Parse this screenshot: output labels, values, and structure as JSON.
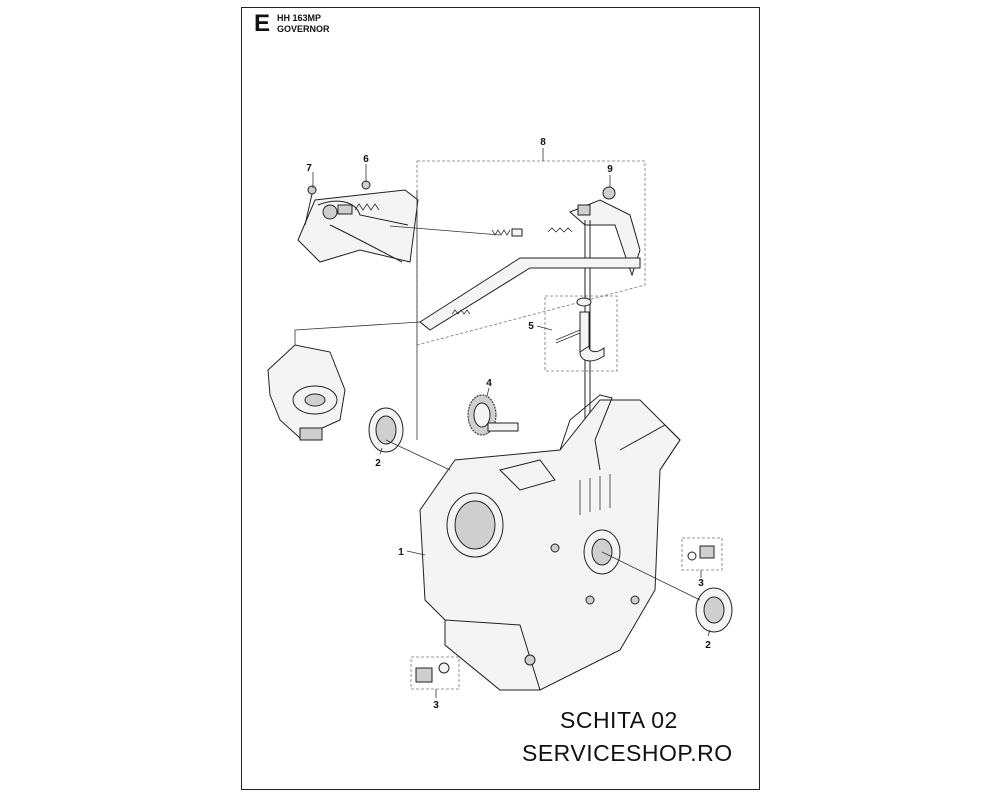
{
  "header": {
    "section_letter": "E",
    "model": "HH 163MP",
    "title": "GOVERNOR"
  },
  "callouts": [
    "1",
    "2",
    "2",
    "3",
    "3",
    "4",
    "5",
    "6",
    "7",
    "8",
    "9"
  ],
  "footer": {
    "schema": "SCHITA 02",
    "shop": "SERVICESHOP.RO"
  }
}
